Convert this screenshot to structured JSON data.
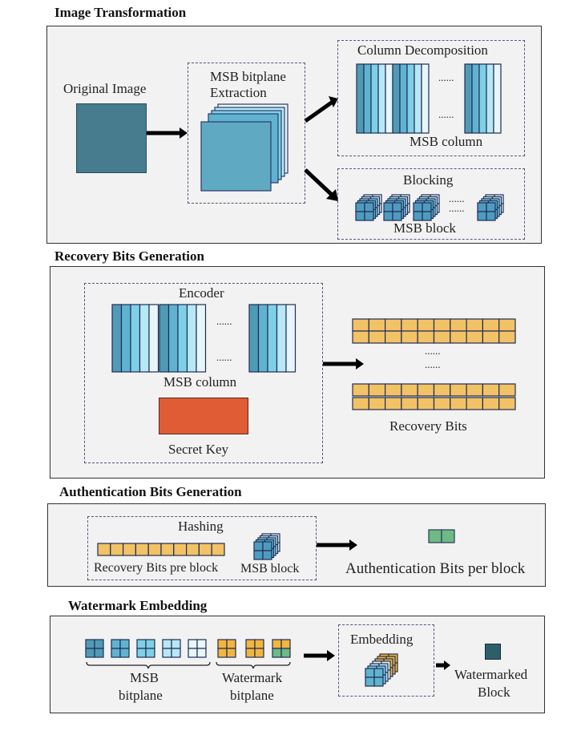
{
  "sections": {
    "image_transformation": {
      "title": "Image Transformation",
      "original_image_label": "Original Image",
      "msb_extraction_label_line1": "MSB bitplane",
      "msb_extraction_label_line2": "Extraction",
      "column_decomposition_label": "Column Decomposition",
      "msb_column_label": "MSB column",
      "blocking_label": "Blocking",
      "msb_block_label": "MSB block",
      "ellipsis": "......"
    },
    "recovery_bits_generation": {
      "title": "Recovery Bits Generation",
      "encoder_label": "Encoder",
      "msb_column_label": "MSB column",
      "secret_key_label": "Secret Key",
      "recovery_bits_label": "Recovery Bits",
      "ellipsis": "......"
    },
    "authentication_bits_generation": {
      "title": "Authentication Bits Generation",
      "hashing_label": "Hashing",
      "recovery_bits_per_block_label": "Recovery Bits pre block",
      "msb_block_label": "MSB block",
      "authentication_bits_label": "Authentication Bits per block"
    },
    "watermark_embedding": {
      "title": "Watermark Embedding",
      "msb_bitplane_label_line1": "MSB",
      "msb_bitplane_label_line2": "bitplane",
      "watermark_bitplane_label_line1": "Watermark",
      "watermark_bitplane_label_line2": "bitplane",
      "embedding_label": "Embedding",
      "watermarked_block_label_line1": "Watermarked",
      "watermarked_block_label_line2": "Block"
    }
  },
  "colors": {
    "original_image": "#467c8d",
    "bitplane_shades": [
      "#4f9bb6",
      "#5fb3d0",
      "#7fd0e6",
      "#b7e8f5",
      "#e8f6fb"
    ],
    "recovery_bits": "#f2c266",
    "secret_key": "#e05c35",
    "authentication_bits": "#6dba85",
    "watermark_bits": "#f2b63e",
    "watermarked_block": "#2d5f6b"
  }
}
